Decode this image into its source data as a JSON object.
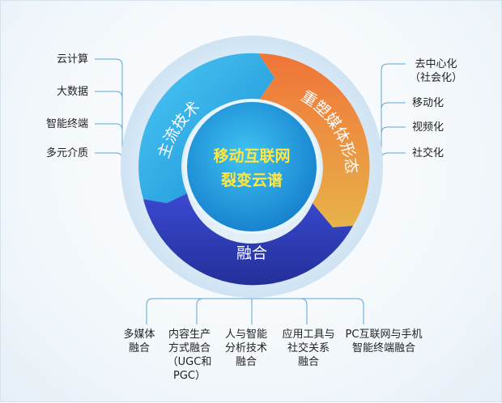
{
  "center": {
    "line1": "移动互联网",
    "line2": "裂变云谱"
  },
  "segments": [
    {
      "name": "主流技术",
      "color": "#27b4ea"
    },
    {
      "name": "重塑媒体形态",
      "color": "#ee7a36"
    },
    {
      "name": "融合",
      "color": "#2c3fbf"
    }
  ],
  "left_items": [
    "云计算",
    "大数据",
    "智能终端",
    "多元介质"
  ],
  "right_items": [
    {
      "line1": "去中心化",
      "line2": "（社会化）"
    },
    {
      "line1": "移动化",
      "line2": ""
    },
    {
      "line1": "视频化",
      "line2": ""
    },
    {
      "line1": "社交化",
      "line2": ""
    }
  ],
  "bottom_items": [
    {
      "lines": [
        "多媒体",
        "融合"
      ]
    },
    {
      "lines": [
        "内容生产",
        "方式融合",
        "（UGC和",
        "PGC）"
      ]
    },
    {
      "lines": [
        "人与智能",
        "分析技术",
        "融合"
      ]
    },
    {
      "lines": [
        "应用工具与",
        "社交关系",
        "融合"
      ]
    },
    {
      "lines": [
        "PC互联网与手机",
        "智能终端融合"
      ]
    }
  ],
  "colors": {
    "halo": "#d5e8f6",
    "line": "#5aa6d8",
    "center_text": "#ffe640"
  }
}
